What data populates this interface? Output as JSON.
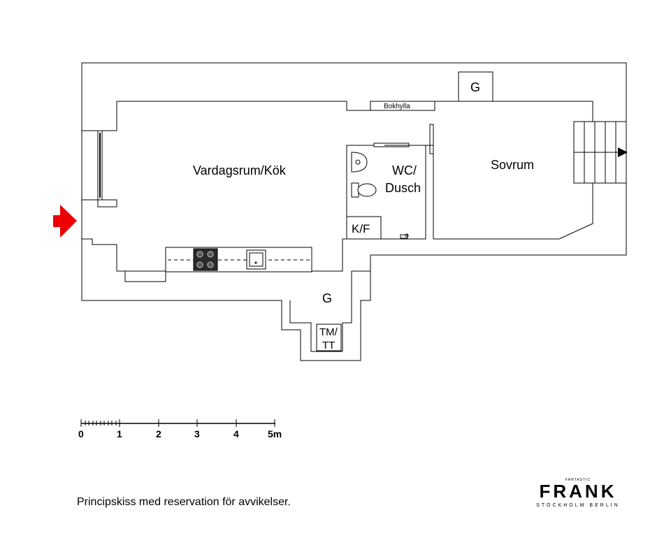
{
  "rooms": {
    "living_kitchen": "Vardagsrum/Kök",
    "bathroom_line1": "WC/",
    "bathroom_line2": "Dusch",
    "bedroom": "Sovrum",
    "closet_hall": "G",
    "closet_top": "G",
    "fridge_freezer": "K/F",
    "laundry_line1": "TM/",
    "laundry_line2": "TT",
    "bookshelf": "Bokhylla"
  },
  "scale": {
    "labels": [
      "0",
      "1",
      "2",
      "3",
      "4",
      "5m"
    ]
  },
  "disclaimer": "Principskiss med reservation för avvikelser.",
  "brand": {
    "top": "FANTASTIC",
    "name": "FRANK",
    "sub": "STOCKHOLM  BERLIN"
  },
  "colors": {
    "entrance_arrow": "#ee0000",
    "walls": "#000000"
  },
  "icons": {
    "entrance": "entrance-arrow-icon",
    "stairs_direction": "stairs-arrow-icon"
  }
}
